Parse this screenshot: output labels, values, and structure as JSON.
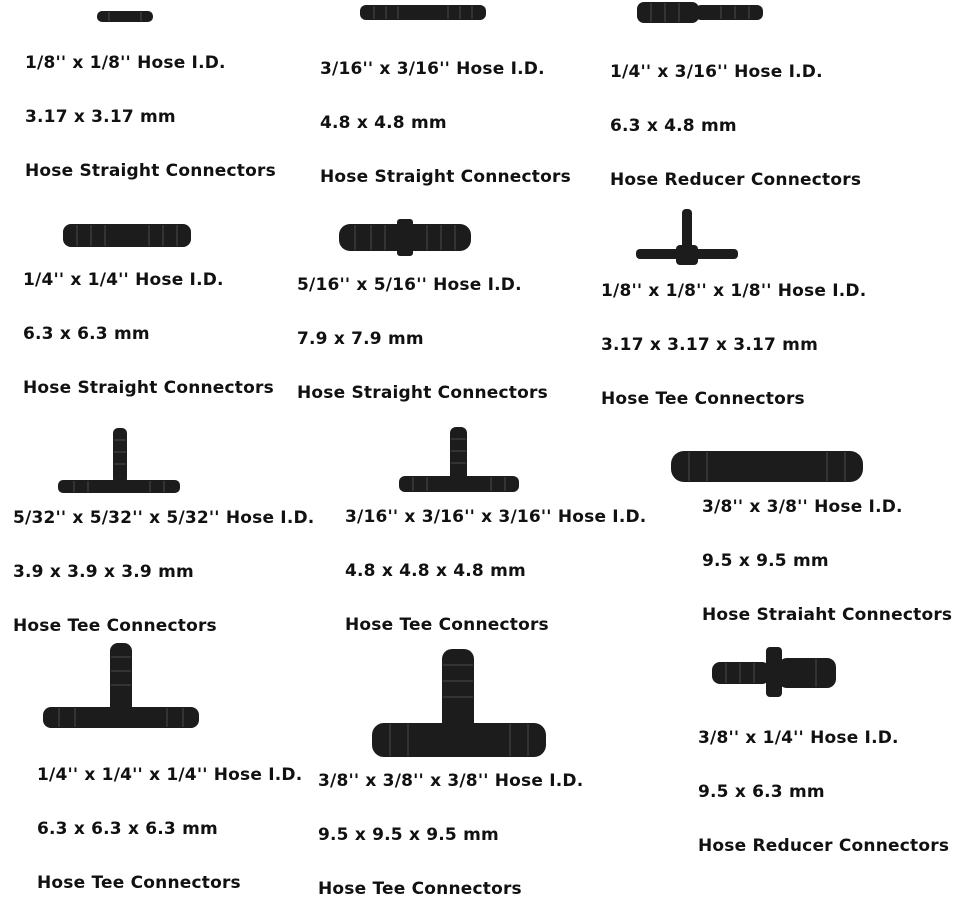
{
  "connectors": [
    {
      "size": "1/8'' x 1/8'' Hose I.D.",
      "mm": "3.17 x 3.17 mm",
      "type": "Hose Straight Connectors",
      "shape": "straight"
    },
    {
      "size": "3/16'' x 3/16'' Hose I.D.",
      "mm": "4.8 x 4.8 mm",
      "type": "Hose Straight Connectors",
      "shape": "straight"
    },
    {
      "size": "1/4'' x 3/16'' Hose I.D.",
      "mm": "6.3 x 4.8 mm",
      "type": "Hose Reducer Connectors",
      "shape": "reducer"
    },
    {
      "size": "1/4'' x 1/4'' Hose I.D.",
      "mm": "6.3 x 6.3 mm",
      "type": "Hose Straight Connectors",
      "shape": "straight"
    },
    {
      "size": "5/16'' x 5/16'' Hose I.D.",
      "mm": "7.9 x 7.9 mm",
      "type": "Hose Straight Connectors",
      "shape": "straight"
    },
    {
      "size": "1/8'' x 1/8'' x 1/8'' Hose I.D.",
      "mm": "3.17 x 3.17 x 3.17 mm",
      "type": "Hose Tee Connectors",
      "shape": "tee"
    },
    {
      "size": "5/32'' x 5/32'' x 5/32'' Hose I.D.",
      "mm": "3.9 x 3.9 x 3.9 mm",
      "type": "Hose Tee Connectors",
      "shape": "tee"
    },
    {
      "size": "3/16'' x 3/16'' x 3/16'' Hose I.D.",
      "mm": "4.8 x 4.8 x 4.8 mm",
      "type": "Hose Tee Connectors",
      "shape": "tee"
    },
    {
      "size": "3/8'' x 3/8'' Hose I.D.",
      "mm": "9.5 x 9.5 mm",
      "type": "Hose Straiaht Connectors",
      "shape": "straight"
    },
    {
      "size": "1/4'' x 1/4'' x 1/4'' Hose I.D.",
      "mm": "6.3 x 6.3 x 6.3 mm",
      "type": "Hose Tee Connectors",
      "shape": "tee"
    },
    {
      "size": "3/8'' x 3/8'' x 3/8'' Hose I.D.",
      "mm": "9.5 x 9.5 x 9.5 mm",
      "type": "Hose Tee Connectors",
      "shape": "tee"
    },
    {
      "size": "3/8'' x 1/4'' Hose I.D.",
      "mm": "9.5 x 6.3 mm",
      "type": "Hose Reducer Connectors",
      "shape": "reducer"
    }
  ],
  "colors": {
    "part": "#1c1c1c",
    "rib": "#4a4a4a",
    "text": "#111111",
    "background": "#ffffff"
  }
}
